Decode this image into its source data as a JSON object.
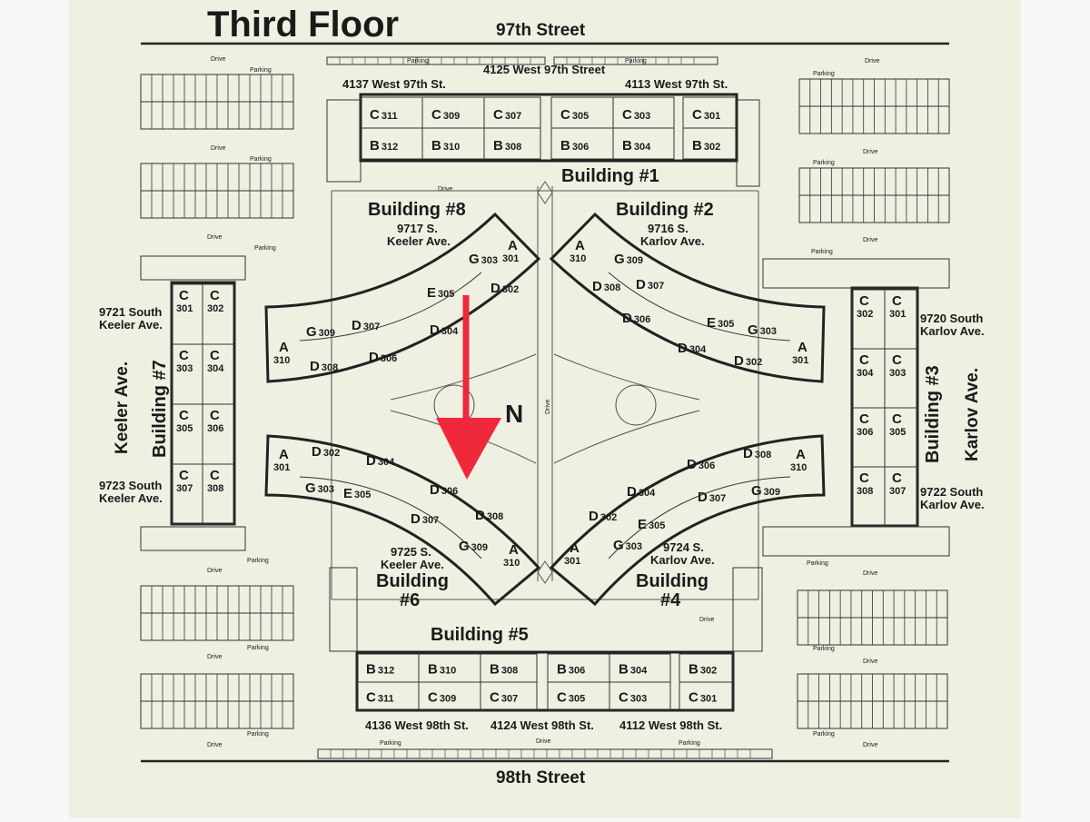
{
  "title": "Third Floor",
  "streets": {
    "top": "97th Street",
    "bottom": "98th Street",
    "left": "Keeler Ave.",
    "right": "Karlov Ave."
  },
  "labels": {
    "drive": "Drive",
    "parking": "Parking",
    "north": "N"
  },
  "colors": {
    "background": "#f7f7f5",
    "paper": "#efefe2",
    "ink": "#222222",
    "arrow": "#f0283c"
  },
  "buildings": {
    "b1": {
      "name": "Building #1",
      "addr_left": "4137 West 97th St.",
      "addr_center": "4125 West 97th Street",
      "addr_right": "4113 West 97th St.",
      "top_row": [
        [
          "C",
          "311"
        ],
        [
          "C",
          "309"
        ],
        [
          "C",
          "307"
        ],
        [
          "C",
          "305"
        ],
        [
          "C",
          "303"
        ],
        [
          "C",
          "301"
        ]
      ],
      "bottom_row": [
        [
          "B",
          "312"
        ],
        [
          "B",
          "310"
        ],
        [
          "B",
          "308"
        ],
        [
          "B",
          "306"
        ],
        [
          "B",
          "304"
        ],
        [
          "B",
          "302"
        ]
      ]
    },
    "b5": {
      "name": "Building #5",
      "addr_left": "4136 West 98th St.",
      "addr_center": "4124 West 98th St.",
      "addr_right": "4112 West 98th St.",
      "top_row": [
        [
          "B",
          "312"
        ],
        [
          "B",
          "310"
        ],
        [
          "B",
          "308"
        ],
        [
          "B",
          "306"
        ],
        [
          "B",
          "304"
        ],
        [
          "B",
          "302"
        ]
      ],
      "bottom_row": [
        [
          "C",
          "311"
        ],
        [
          "C",
          "309"
        ],
        [
          "C",
          "307"
        ],
        [
          "C",
          "305"
        ],
        [
          "C",
          "303"
        ],
        [
          "C",
          "301"
        ]
      ]
    },
    "b7": {
      "name": "Building #7",
      "addr_top_1": "9721 South",
      "addr_top_2": "Keeler Ave.",
      "addr_bottom_1": "9723 South",
      "addr_bottom_2": "Keeler Ave.",
      "rows": [
        [
          [
            "C",
            "301"
          ],
          [
            "C",
            "302"
          ]
        ],
        [
          [
            "C",
            "303"
          ],
          [
            "C",
            "304"
          ]
        ],
        [
          [
            "C",
            "305"
          ],
          [
            "C",
            "306"
          ]
        ],
        [
          [
            "C",
            "307"
          ],
          [
            "C",
            "308"
          ]
        ]
      ]
    },
    "b3": {
      "name": "Building #3",
      "addr_top_1": "9720 South",
      "addr_top_2": "Karlov Ave.",
      "addr_bottom_1": "9722 South",
      "addr_bottom_2": "Karlov Ave.",
      "rows": [
        [
          [
            "C",
            "302"
          ],
          [
            "C",
            "301"
          ]
        ],
        [
          [
            "C",
            "304"
          ],
          [
            "C",
            "303"
          ]
        ],
        [
          [
            "C",
            "306"
          ],
          [
            "C",
            "305"
          ]
        ],
        [
          [
            "C",
            "308"
          ],
          [
            "C",
            "307"
          ]
        ]
      ]
    },
    "b8": {
      "name": "Building #8",
      "addr_1": "9717 S.",
      "addr_2": "Keeler Ave.",
      "units": {
        "a301": [
          "A",
          "301"
        ],
        "g303": [
          "G",
          "303"
        ],
        "d302": [
          "D",
          "302"
        ],
        "e305": [
          "E",
          "305"
        ],
        "d304": [
          "D",
          "304"
        ],
        "d306": [
          "D",
          "306"
        ],
        "d307": [
          "D",
          "307"
        ],
        "g309": [
          "G",
          "309"
        ],
        "a310": [
          "A",
          "310"
        ],
        "d308": [
          "D",
          "308"
        ]
      }
    },
    "b2": {
      "name": "Building #2",
      "addr_1": "9716 S.",
      "addr_2": "Karlov Ave.",
      "units": {
        "a310": [
          "A",
          "310"
        ],
        "g309": [
          "G",
          "309"
        ],
        "d308": [
          "D",
          "308"
        ],
        "d307": [
          "D",
          "307"
        ],
        "d306": [
          "D",
          "306"
        ],
        "e305": [
          "E",
          "305"
        ],
        "g303": [
          "G",
          "303"
        ],
        "d304": [
          "D",
          "304"
        ],
        "d302": [
          "D",
          "302"
        ],
        "a301": [
          "A",
          "301"
        ]
      }
    },
    "b6": {
      "name_1": "Building",
      "name_2": "#6",
      "addr_1": "9725 S.",
      "addr_2": "Keeler Ave.",
      "units": {
        "a301": [
          "A",
          "301"
        ],
        "d302": [
          "D",
          "302"
        ],
        "d304": [
          "D",
          "304"
        ],
        "g303": [
          "G",
          "303"
        ],
        "e305": [
          "E",
          "305"
        ],
        "d306": [
          "D",
          "306"
        ],
        "d307": [
          "D",
          "307"
        ],
        "d308": [
          "D",
          "308"
        ],
        "g309": [
          "G",
          "309"
        ],
        "a310": [
          "A",
          "310"
        ]
      }
    },
    "b4": {
      "name_1": "Building",
      "name_2": "#4",
      "addr_1": "9724 S.",
      "addr_2": "Karlov Ave.",
      "units": {
        "d308": [
          "D",
          "308"
        ],
        "a310": [
          "A",
          "310"
        ],
        "d306": [
          "D",
          "306"
        ],
        "d304": [
          "D",
          "304"
        ],
        "d307": [
          "D",
          "307"
        ],
        "g309": [
          "G",
          "309"
        ],
        "d302": [
          "D",
          "302"
        ],
        "e305": [
          "E",
          "305"
        ],
        "a301": [
          "A",
          "301"
        ],
        "g303": [
          "G",
          "303"
        ]
      }
    }
  }
}
